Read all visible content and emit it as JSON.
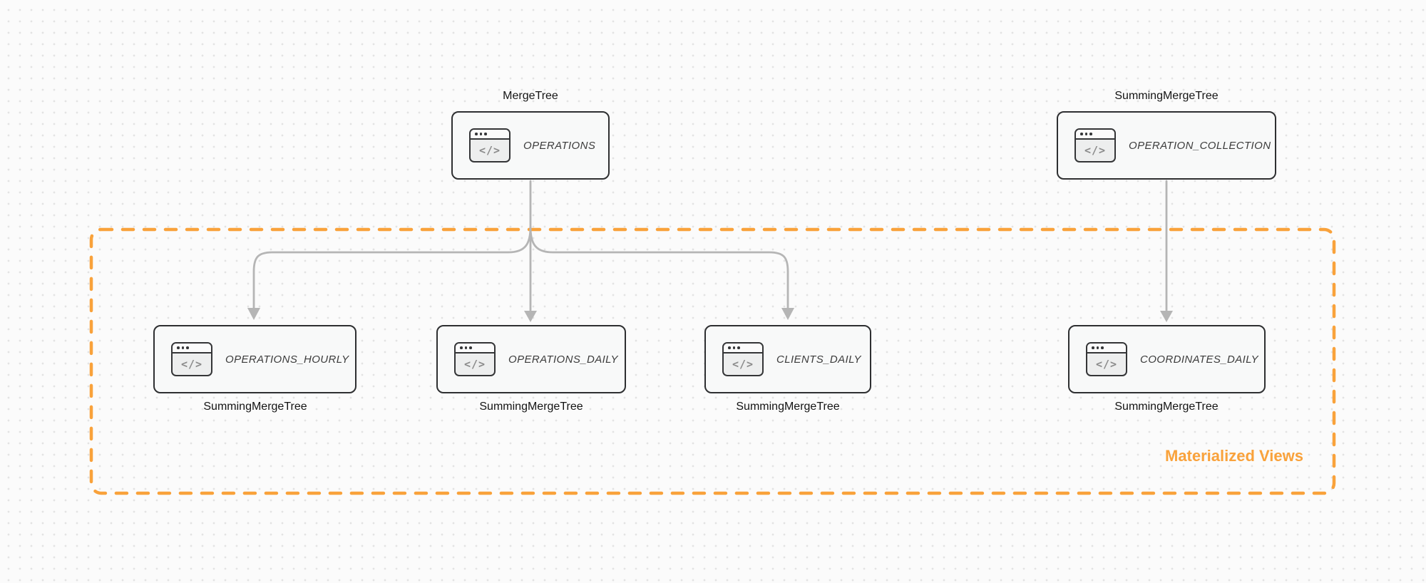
{
  "diagram": {
    "nodes": [
      {
        "title": "OPERATIONS",
        "engine": "MergeTree"
      },
      {
        "title": "OPERATION_COLLECTION",
        "engine": "SummingMergeTree"
      },
      {
        "title": "OPERATIONS_HOURLY",
        "engine": "SummingMergeTree"
      },
      {
        "title": "OPERATIONS_DAILY",
        "engine": "SummingMergeTree"
      },
      {
        "title": "CLIENTS_DAILY",
        "engine": "SummingMergeTree"
      },
      {
        "title": "COORDINATES_DAILY",
        "engine": "SummingMergeTree"
      }
    ],
    "edges": [
      {
        "from": "OPERATIONS",
        "to": "OPERATIONS_HOURLY"
      },
      {
        "from": "OPERATIONS",
        "to": "OPERATIONS_DAILY"
      },
      {
        "from": "OPERATIONS",
        "to": "CLIENTS_DAILY"
      },
      {
        "from": "OPERATION_COLLECTION",
        "to": "COORDINATES_DAILY"
      }
    ],
    "group": {
      "label": "Materialized Views"
    },
    "icons": {
      "code_window_glyph": "</>"
    },
    "colors": {
      "accent_orange": "#F9A23B",
      "arrow_gray": "#B5B5B5",
      "node_border": "#2E2F31",
      "node_fill": "#F8F9F9",
      "title_text": "#3C3C3C",
      "engine_text": "#141414",
      "background": "#FBFBFB",
      "dot_grid": "#E3E3E3"
    }
  }
}
